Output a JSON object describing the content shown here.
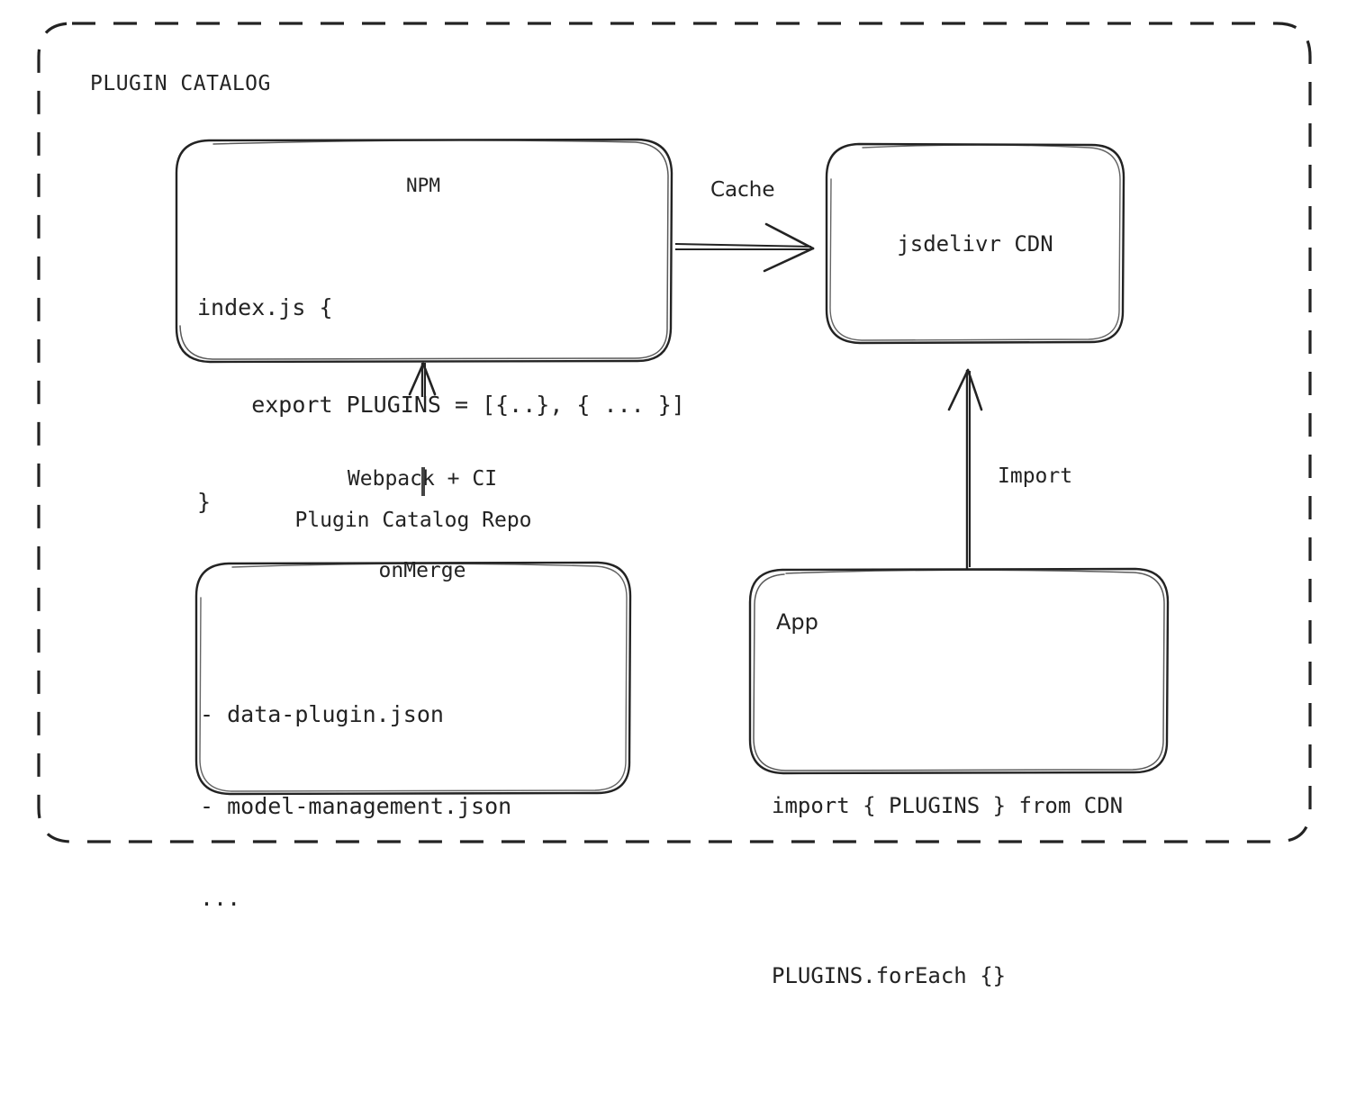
{
  "diagram": {
    "title": "PLUGIN CATALOG",
    "background_color": "#ffffff",
    "stroke_color": "#232323",
    "style": "hand-drawn sketch",
    "boundary": {
      "name": "plugin-catalog-boundary",
      "border_style": "dashed",
      "label": "PLUGIN CATALOG"
    },
    "nodes": [
      {
        "id": "npm",
        "title": "NPM",
        "title_font": "mono",
        "code_lines": [
          "index.js {",
          "    export PLUGINS = [{..}, { ... }]",
          "}"
        ]
      },
      {
        "id": "cdn",
        "title": "jsdelivr CDN",
        "title_font": "mono"
      },
      {
        "id": "repo",
        "caption": "Plugin Catalog Repo",
        "items": [
          "- data-plugin.json",
          "- model-management.json",
          "..."
        ]
      },
      {
        "id": "app",
        "title": "App",
        "title_font": "sans",
        "code_lines": [
          "import { PLUGINS } from CDN",
          "PLUGINS.forEach {}"
        ]
      }
    ],
    "edges": [
      {
        "id": "npm-to-cdn",
        "label": "Cache",
        "label_font": "sans",
        "from": "npm",
        "to": "cdn",
        "direction": "right"
      },
      {
        "id": "repo-to-npm",
        "label_line1": "Webpack + CI",
        "label_line2": "onMerge",
        "label_font": "mono",
        "from": "repo",
        "to": "npm",
        "direction": "up"
      },
      {
        "id": "app-to-cdn",
        "label": "Import",
        "label_font": "mono",
        "from": "app",
        "to": "cdn",
        "direction": "up"
      }
    ]
  }
}
